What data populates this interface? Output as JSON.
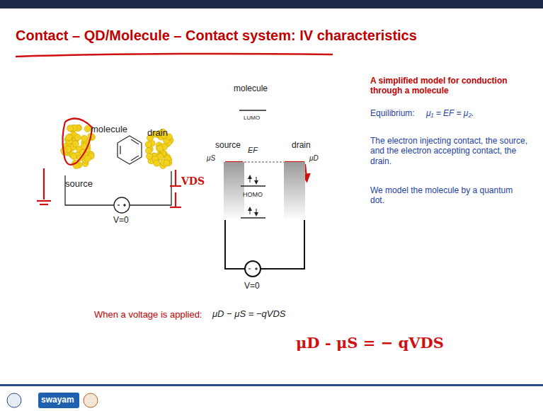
{
  "diagram": {
    "title": "Contact – QD/Molecule – Contact system: IV characteristics",
    "labels": [
      "molecule",
      "source",
      "drain",
      "V=0",
      "molecule",
      "LUMO",
      "source",
      "EF",
      "drain",
      "μS",
      "μD",
      "HOMO",
      "V=0",
      "A simplified model for conduction through a molecule",
      "Equilibrium:",
      "μ₁ = EF = μ₂.",
      "The electron injecting contact, the source, and the electron accepting contact, the drain.",
      "We model the molecule by a quantum dot.",
      "When a voltage is applied:",
      "μD − μS = −qVDS",
      "VDS",
      "μD - μS = − qVDS",
      "swayam"
    ]
  }
}
